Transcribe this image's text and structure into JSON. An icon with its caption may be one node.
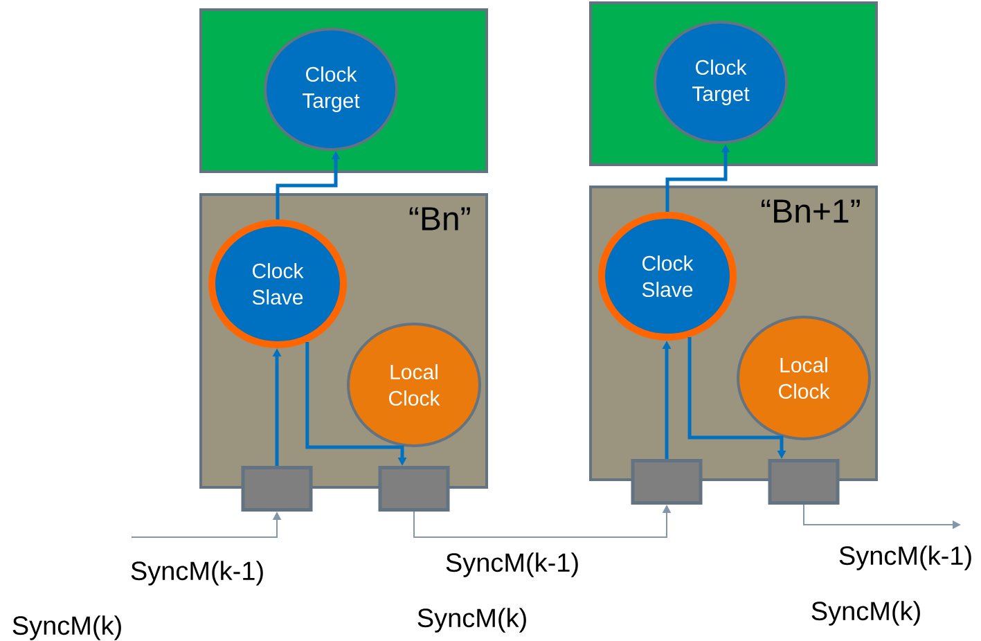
{
  "diagram": {
    "nodes": [
      {
        "text": [],
        "shape": "box"
      },
      {
        "text": [
          "Clock Target"
        ],
        "in": 0
      },
      {
        "text": [
          "“Bn”"
        ]
      },
      {
        "text": [
          "Clock Slave"
        ],
        "in": 2
      },
      {
        "text": [
          "Local Clock"
        ],
        "in": 2
      },
      {
        "text": [],
        "shape": "box"
      },
      {
        "text": [],
        "shape": "box"
      },
      {
        "text": [],
        "shape": "box"
      },
      {
        "text": [
          "Clock Target"
        ],
        "in": 7
      },
      {
        "text": [
          "“Bn+1”"
        ]
      },
      {
        "text": [
          "Clock Slave"
        ],
        "in": 9
      },
      {
        "text": [
          "Local Clock"
        ],
        "in": 9
      },
      {
        "text": [],
        "shape": "box"
      },
      {
        "text": [],
        "shape": "box"
      }
    ],
    "edges": [
      {
        "from": 3,
        "to": 1,
        "arrow": "to"
      },
      {
        "from": 5,
        "to": 3,
        "arrow": "to"
      },
      {
        "from": 3,
        "to": 6,
        "arrow": "to"
      },
      {
        "from": null,
        "to": 5,
        "arrow": "to",
        "color": "#8497a8"
      },
      {
        "from": 6,
        "to": 12,
        "arrow": "to",
        "color": "#8497a8"
      },
      {
        "from": 10,
        "to": 8,
        "arrow": "to"
      },
      {
        "from": 12,
        "to": 10,
        "arrow": "to"
      },
      {
        "from": 10,
        "to": 13,
        "arrow": "to"
      },
      {
        "from": 13,
        "to": null,
        "arrow": "to",
        "color": "#8497a8"
      }
    ],
    "labels": [
      "SyncM(k-1)",
      "SyncM(k-1)",
      "SyncM(k-1)",
      "SyncM(k)",
      "SyncM(k)",
      "SyncM(k)"
    ]
  }
}
